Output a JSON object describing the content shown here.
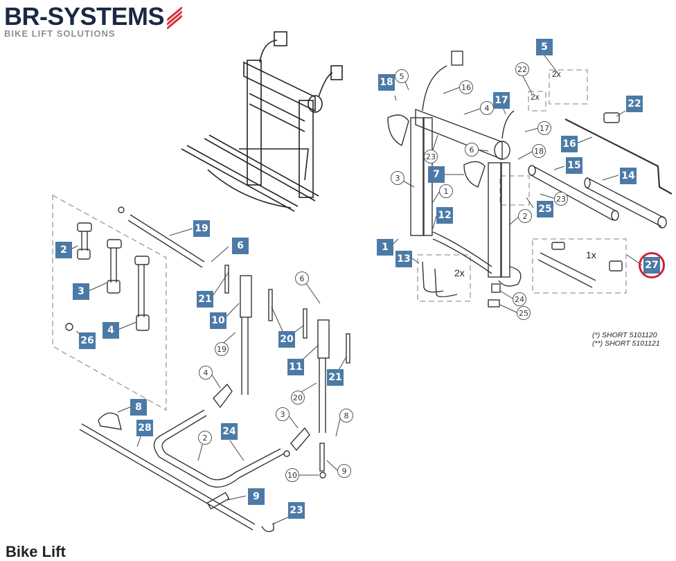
{
  "logo": {
    "title": "BR-SYSTEMS",
    "subtitle": "BIKE LIFT SOLUTIONS",
    "accent_color": "#d6313a",
    "title_color": "#1a2a44"
  },
  "footer_text": "Bike Lift",
  "label_box_color": "#4c7aa6",
  "box_labels": [
    "5",
    "18",
    "17",
    "22",
    "16",
    "7",
    "15",
    "14",
    "12",
    "25",
    "1",
    "13",
    "27",
    "19",
    "6",
    "2",
    "3",
    "21",
    "10",
    "4",
    "26",
    "20",
    "11",
    "21",
    "8",
    "28",
    "24",
    "9",
    "23"
  ],
  "circle_labels": [
    "22",
    "5",
    "16",
    "4",
    "17",
    "6",
    "18",
    "23",
    "3",
    "1",
    "2",
    "23",
    "24",
    "25",
    "6",
    "19",
    "4",
    "20",
    "3",
    "8",
    "2",
    "10",
    "9"
  ],
  "quantities": [
    "2x",
    "2x",
    "2x",
    "1x"
  ],
  "notes": [
    "(*)  SHORT 5101120",
    "(**) SHORT 5101121"
  ],
  "highlighted_part": "27"
}
